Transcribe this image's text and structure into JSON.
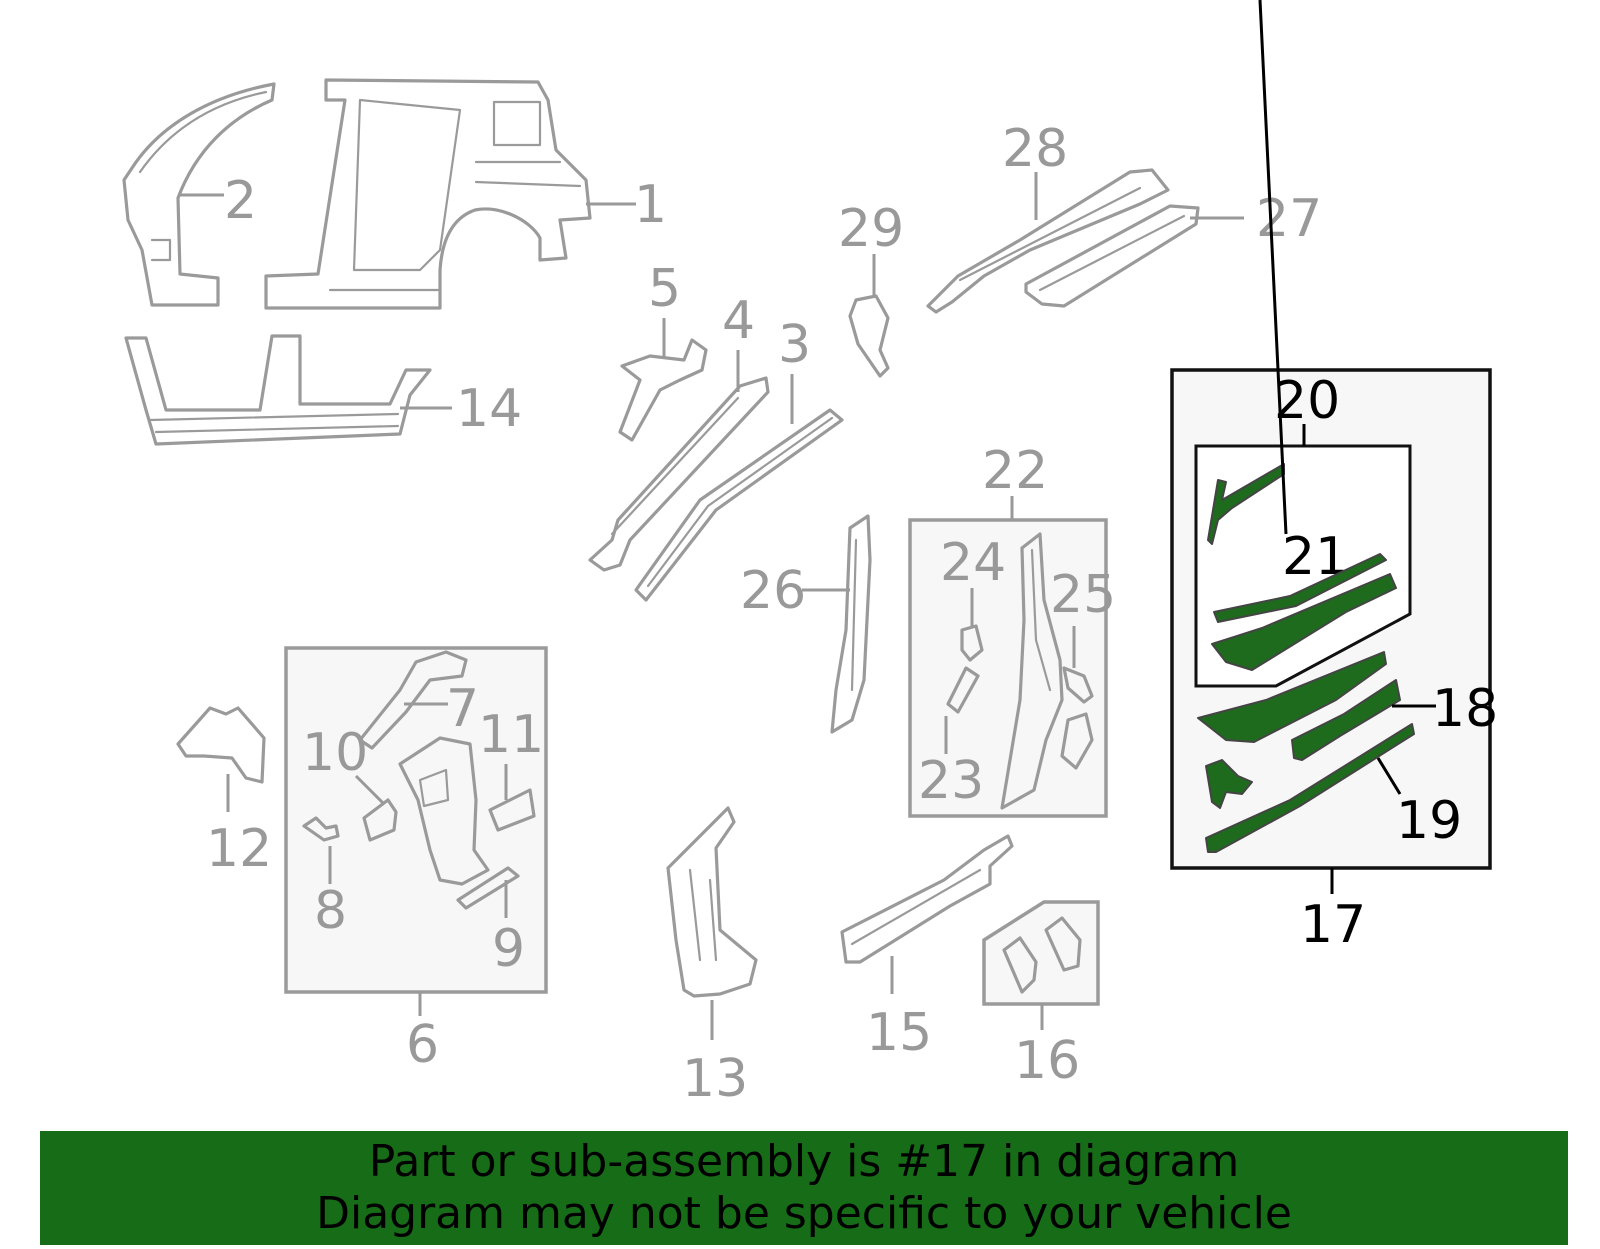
{
  "diagram": {
    "callouts": {
      "c1": "1",
      "c2": "2",
      "c3": "3",
      "c4": "4",
      "c5": "5",
      "c6": "6",
      "c7": "7",
      "c8": "8",
      "c9": "9",
      "c10": "10",
      "c11": "11",
      "c12": "12",
      "c13": "13",
      "c14": "14",
      "c15": "15",
      "c16": "16",
      "c17": "17",
      "c18": "18",
      "c19": "19",
      "c20": "20",
      "c21": "21",
      "c22": "22",
      "c23": "23",
      "c24": "24",
      "c25": "25",
      "c26": "26",
      "c27": "27",
      "c28": "28",
      "c29": "29"
    },
    "highlight_color": "#1e6b1e",
    "dim_color": "#9a9a9a"
  },
  "banner": {
    "line1": "Part or sub-assembly is #17 in diagram",
    "line2": "Diagram may not be specific to your vehicle",
    "background": "#176c17"
  }
}
